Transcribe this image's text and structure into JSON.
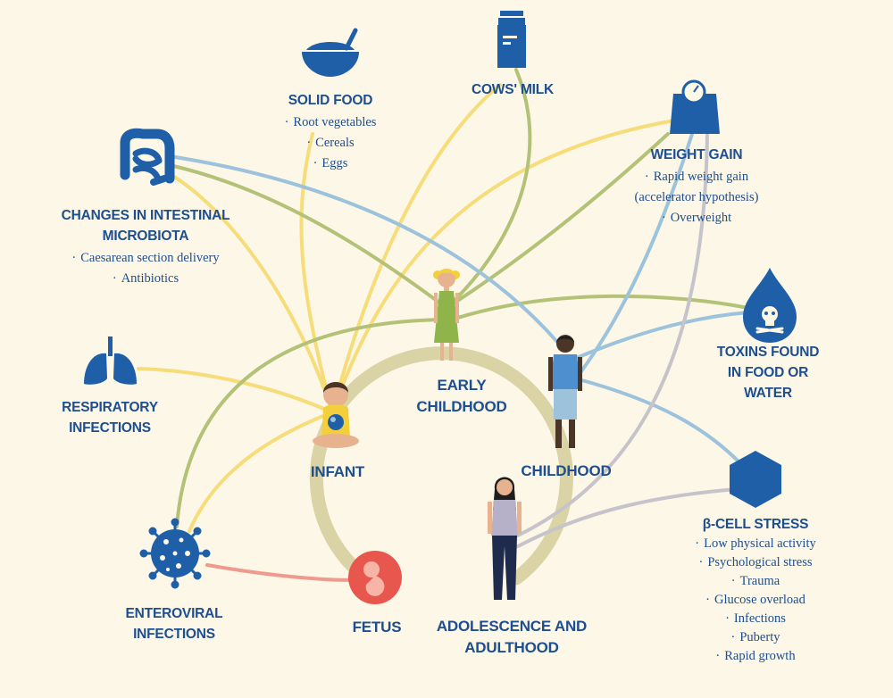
{
  "colors": {
    "background": "#fcf7e6",
    "icon_blue": "#1e5fa8",
    "text_blue": "#1d4e8f",
    "ring": "#d9d3a6",
    "line_yellow": "#f7dc7a",
    "line_green": "#b4c278",
    "line_blue": "#9cc2dc",
    "line_gray": "#c7c3ca",
    "line_red": "#ef9a8f",
    "fetus_red": "#e8574e"
  },
  "stages": {
    "fetus": "FETUS",
    "infant": "INFANT",
    "early_childhood": [
      "EARLY",
      "CHILDHOOD"
    ],
    "childhood": "CHILDHOOD",
    "adulthood": [
      "ADOLESCENCE AND",
      "ADULTHOOD"
    ]
  },
  "factors": {
    "solid_food": {
      "icon": "bowl-icon",
      "title": [
        "SOLID FOOD"
      ],
      "items": [
        "Root vegetables",
        "Cereals",
        "Eggs"
      ]
    },
    "cows_milk": {
      "icon": "milk-carton-icon",
      "title": [
        "COWS' MILK"
      ],
      "items": []
    },
    "weight_gain": {
      "icon": "scale-icon",
      "title": [
        "WEIGHT GAIN"
      ],
      "items": [
        "Rapid weight gain",
        "(accelerator hypothesis)",
        "Overweight"
      ]
    },
    "microbiota": {
      "icon": "intestine-icon",
      "title": [
        "CHANGES IN INTESTINAL",
        "MICROBIOTA"
      ],
      "items": [
        "Caesarean section delivery",
        "Antibiotics"
      ]
    },
    "respiratory": {
      "icon": "lungs-icon",
      "title": [
        "RESPIRATORY",
        "INFECTIONS"
      ],
      "items": []
    },
    "toxins": {
      "icon": "poison-drop-icon",
      "title": [
        "TOXINS FOUND",
        "IN FOOD OR",
        "WATER"
      ],
      "items": []
    },
    "beta_cell": {
      "icon": "hexagon-icon",
      "title": [
        "β-CELL STRESS"
      ],
      "items": [
        "Low physical activity",
        "Psychological stress",
        "Trauma",
        "Glucose overload",
        "Infections",
        "Puberty",
        "Rapid growth"
      ]
    },
    "enteroviral": {
      "icon": "virus-icon",
      "title": [
        "ENTEROVIRAL",
        "INFECTIONS"
      ],
      "items": []
    }
  }
}
